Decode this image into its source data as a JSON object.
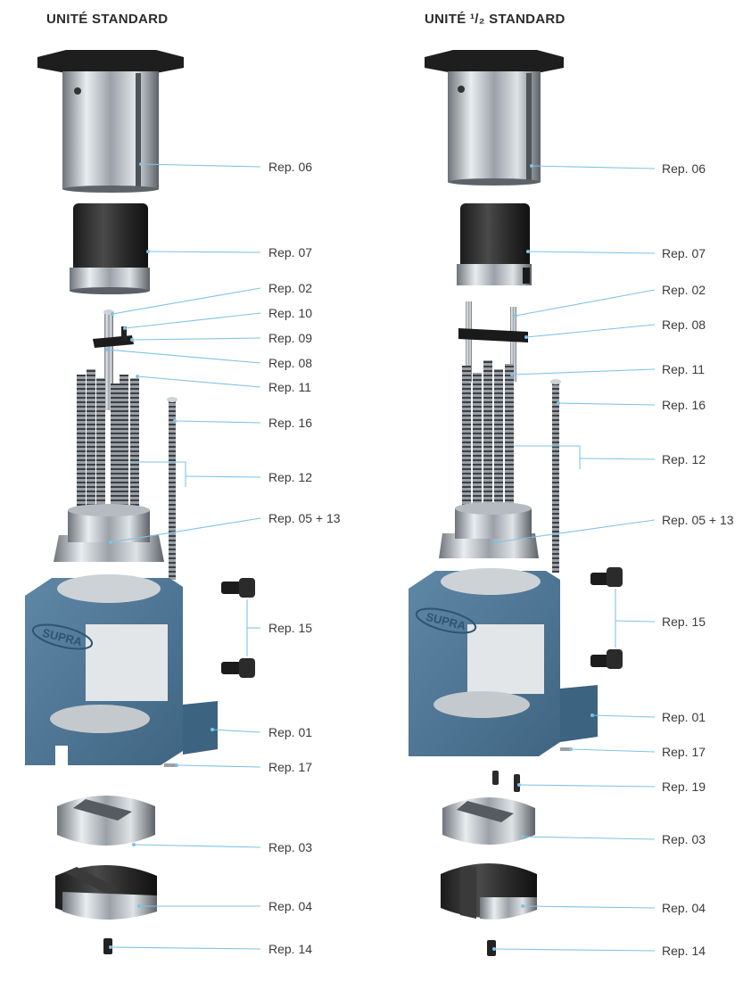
{
  "colors": {
    "leader_line": "#7ec3e6",
    "body_blue": "#4f7897",
    "steel": "#b8bec4",
    "rubber": "#262626"
  },
  "units": [
    {
      "title": "UNITÉ STANDARD",
      "labels": [
        "Rep. 06",
        "Rep. 07",
        "Rep. 02",
        "Rep. 10",
        "Rep. 09",
        "Rep. 08",
        "Rep. 11",
        "Rep. 16",
        "Rep. 12",
        "Rep. 05 + 13",
        "Rep. 15",
        "Rep. 01",
        "Rep. 17",
        "Rep. 03",
        "Rep. 04",
        "Rep. 14"
      ],
      "body_logo": "SUPRA"
    },
    {
      "title": "UNITÉ ¹/₂ STANDARD",
      "labels": [
        "Rep. 06",
        "Rep. 07",
        "Rep. 02",
        "Rep. 08",
        "Rep. 11",
        "Rep. 16",
        "Rep. 12",
        "Rep. 05 + 13",
        "Rep. 15",
        "Rep. 01",
        "Rep. 17",
        "Rep. 19",
        "Rep. 03",
        "Rep. 04",
        "Rep. 14"
      ],
      "body_logo": "SUPRA"
    }
  ]
}
